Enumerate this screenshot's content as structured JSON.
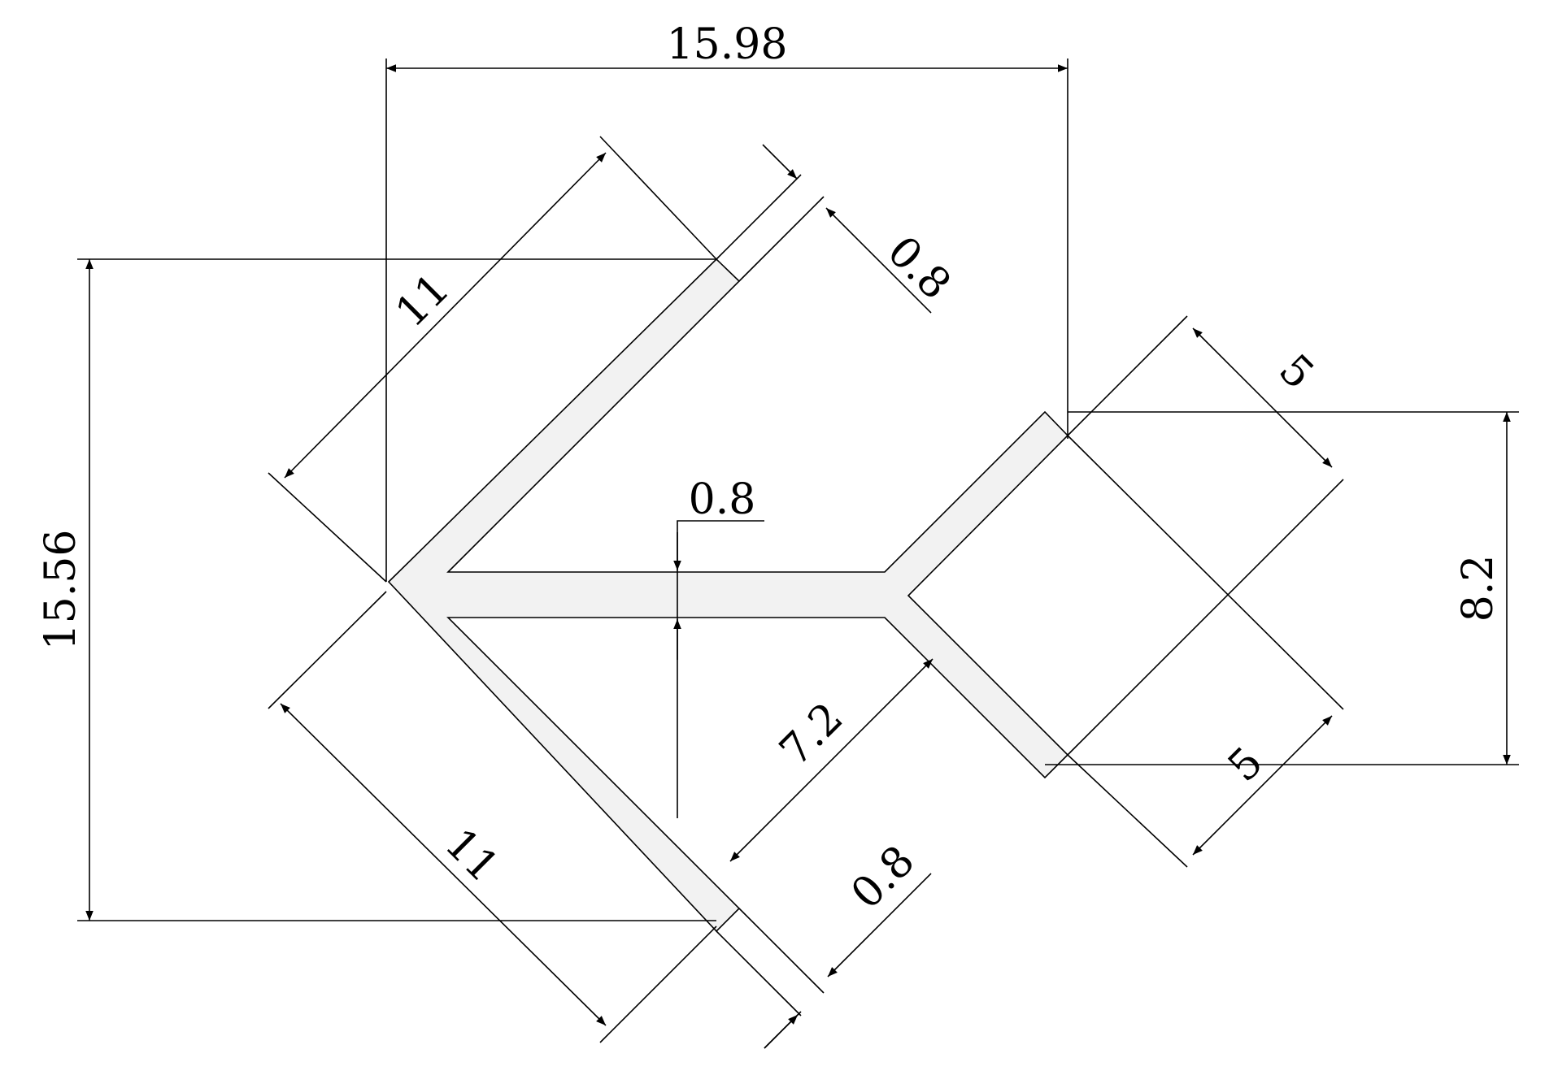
{
  "colors": {
    "line": "#000000",
    "profile_fill": "#f2f2f2",
    "background": "#ffffff"
  },
  "dimensions": {
    "overall_width": "15.98",
    "overall_height": "15.56",
    "upper_leg_length": "11",
    "lower_leg_length": "11",
    "upper_leg_thickness": "0.8",
    "lower_leg_thickness": "0.8",
    "web_thickness": "0.8",
    "diagonal": "7.2",
    "right_upper_length": "5",
    "right_lower_length": "5",
    "right_height": "8.2"
  }
}
